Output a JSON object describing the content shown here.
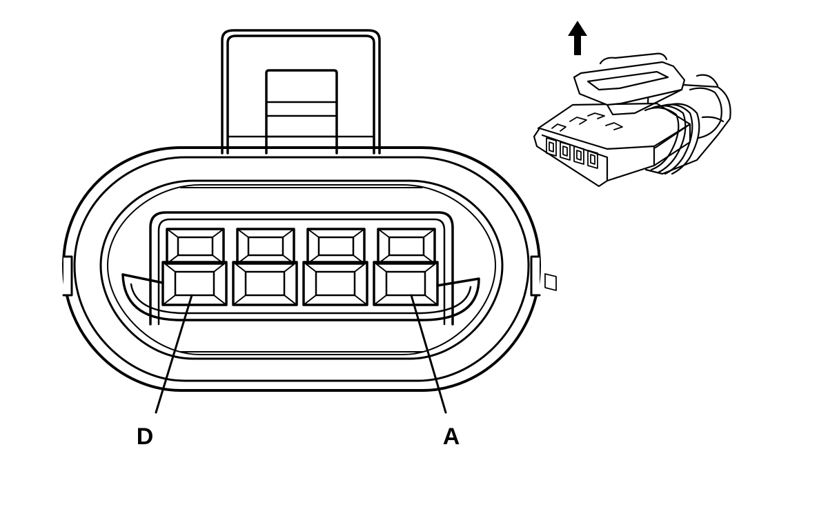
{
  "diagram": {
    "labels": {
      "left_pin": "D",
      "right_pin": "A"
    },
    "pin_count": 4,
    "colors": {
      "line": "#000000",
      "background": "#ffffff",
      "fill": "#ffffff"
    },
    "icons": {
      "orientation_arrow": "up-arrow-icon"
    }
  }
}
